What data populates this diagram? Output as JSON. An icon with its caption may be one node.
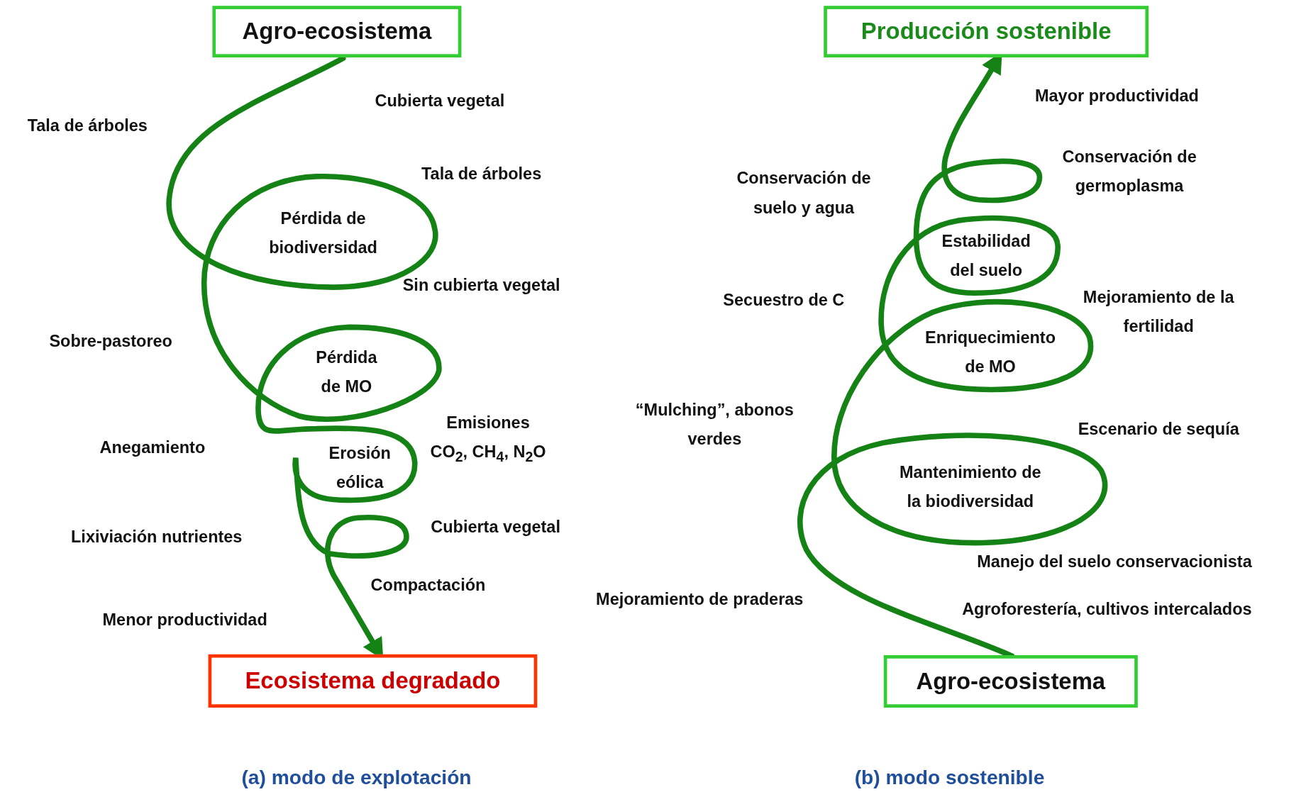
{
  "diagram": {
    "nodes": [
      {
        "text": [
          "Agro-ecosistema"
        ]
      },
      {
        "text": [
          "Ecosistema degradado"
        ]
      },
      {
        "text": [
          "Producción sostenible"
        ]
      },
      {
        "text": [
          "Agro-ecosistema"
        ]
      }
    ],
    "edges": [
      {
        "from": 0,
        "to": 1,
        "arrow": "to"
      },
      {
        "from": 3,
        "to": 2,
        "arrow": "to"
      }
    ],
    "labels": [
      "Cubierta vegetal",
      "Tala de árboles",
      "Tala de árboles",
      "Pérdida de biodiversidad",
      "Sin cubierta vegetal",
      "Sobre-pastoreo",
      "Pérdida de MO",
      "Emisiones CO$_{2}$, CH$_{4}$, N$_{2}$O",
      "Anegamiento",
      "Erosión eólica",
      "Lixiviación nutrientes",
      "Cubierta vegetal",
      "Compactación",
      "Menor productividad",
      "Mayor productividad",
      "Conservación de germoplasma",
      "Conservación de suelo y agua",
      "Estabilidad del suelo",
      "Secuestro de C",
      "Mejoramiento de la fertilidad",
      "Enriquecimiento de MO",
      "“Mulching”, abonos verdes",
      "Escenario de sequía",
      "Mantenimiento de la biodiversidad",
      "Manejo del suelo conservacionista",
      "Mejoramiento de praderas",
      "Agroforestería, cultivos intercalados",
      "(a) modo de explotación",
      "(b) modo sostenible"
    ]
  }
}
